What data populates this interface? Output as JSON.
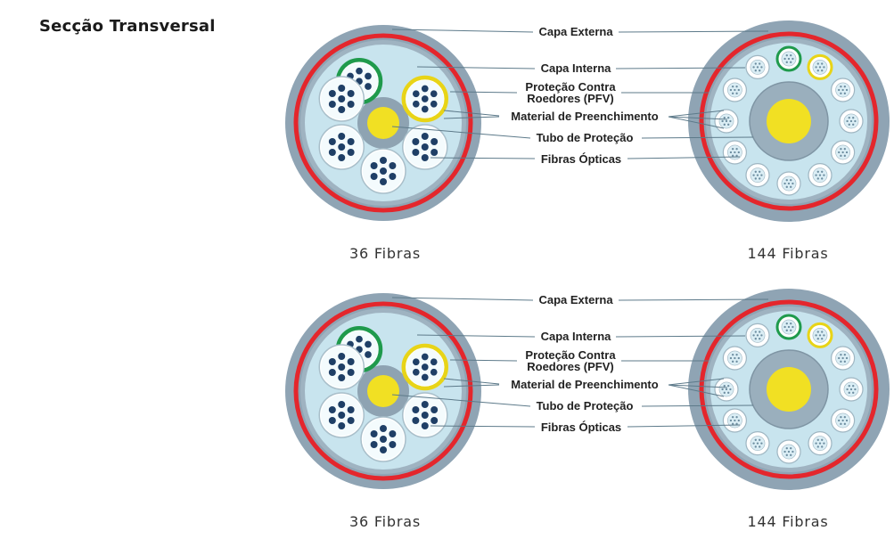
{
  "title": "Secção Transversal",
  "labels": {
    "outer_jacket": "Capa Externa",
    "inner_jacket": "Capa Interna",
    "rodent_protection_line1": "Proteção Contra",
    "rodent_protection_line2": "Roedores (PFV)",
    "filling_material": "Material de Preenchimento",
    "protection_tube": "Tubo de Proteção",
    "optical_fibers": "Fibras Ópticas"
  },
  "cables": {
    "small": {
      "caption": "36 Fibras"
    },
    "large": {
      "caption": "144 Fibras"
    }
  },
  "colors": {
    "outer_jacket": "#8fa4b4",
    "rodent_ring": "#e4262c",
    "inner_fill": "#c8e4ee",
    "tube_green": "#1f9a4c",
    "tube_yellow": "#e8d417",
    "central_member": "#f1e023",
    "fiber_dot": "#1f3f66"
  }
}
